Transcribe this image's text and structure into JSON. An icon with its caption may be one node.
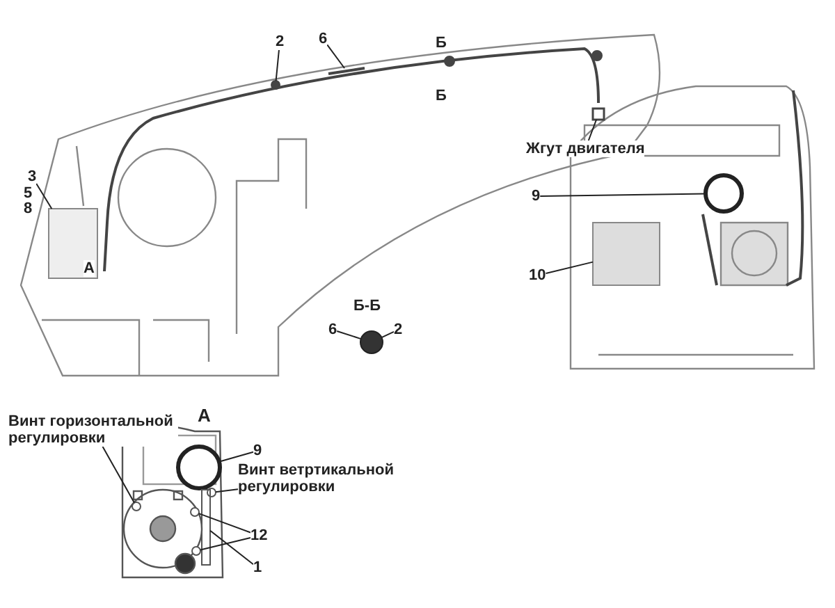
{
  "diagram": {
    "nodes": [
      {
        "text": [
          "2"
        ]
      },
      {
        "text": [
          "6"
        ]
      },
      {
        "text": [
          "3"
        ]
      },
      {
        "text": [
          "Жгут двигателя"
        ]
      },
      {
        "text": [
          "9"
        ]
      },
      {
        "text": [
          "10"
        ]
      },
      {
        "text": [
          "6"
        ]
      },
      {
        "text": [
          "2"
        ]
      },
      {
        "text": [
          "Винт горизонтальной регулировки"
        ]
      },
      {
        "text": [
          "9"
        ]
      },
      {
        "text": [
          "Винт ветртикальной регулировки"
        ]
      },
      {
        "text": [
          "12"
        ]
      },
      {
        "text": [
          "1"
        ]
      },
      {
        "text": [],
        "shape": "circle"
      },
      {
        "text": [],
        "shape": "bar"
      },
      {
        "text": [],
        "shape": "box"
      },
      {
        "text": [],
        "shape": "box"
      },
      {
        "text": [],
        "shape": "circle"
      },
      {
        "text": [],
        "shape": "box"
      },
      {
        "text": [],
        "shape": "circle"
      },
      {
        "text": [],
        "shape": "circle"
      },
      {
        "text": [],
        "shape": "circle"
      },
      {
        "text": [],
        "shape": "circle"
      },
      {
        "text": [],
        "shape": "circle"
      },
      {
        "text": [],
        "shape": "circle"
      },
      {
        "text": [],
        "shape": "box"
      }
    ],
    "edges": [
      {
        "from": 0,
        "to": 13,
        "arrow": "none"
      },
      {
        "from": 1,
        "to": 14,
        "arrow": "none"
      },
      {
        "from": 2,
        "to": 15,
        "arrow": "none"
      },
      {
        "from": 3,
        "to": 16,
        "arrow": "none"
      },
      {
        "from": 4,
        "to": 17,
        "arrow": "none"
      },
      {
        "from": 5,
        "to": 18,
        "arrow": "none"
      },
      {
        "from": 6,
        "to": 19,
        "arrow": "none"
      },
      {
        "from": 7,
        "to": 19,
        "arrow": "none"
      },
      {
        "from": 8,
        "to": 20,
        "arrow": "none"
      },
      {
        "from": 9,
        "to": 21,
        "arrow": "none"
      },
      {
        "from": 10,
        "to": 22,
        "arrow": "none"
      },
      {
        "from": 11,
        "to": 23,
        "arrow": "none"
      },
      {
        "from": 11,
        "to": 24,
        "arrow": "none"
      },
      {
        "from": 12,
        "to": 25,
        "arrow": "none"
      }
    ],
    "labels": [
      "Б",
      "Б",
      "5",
      "8",
      "А",
      "Б-Б",
      "А"
    ]
  }
}
